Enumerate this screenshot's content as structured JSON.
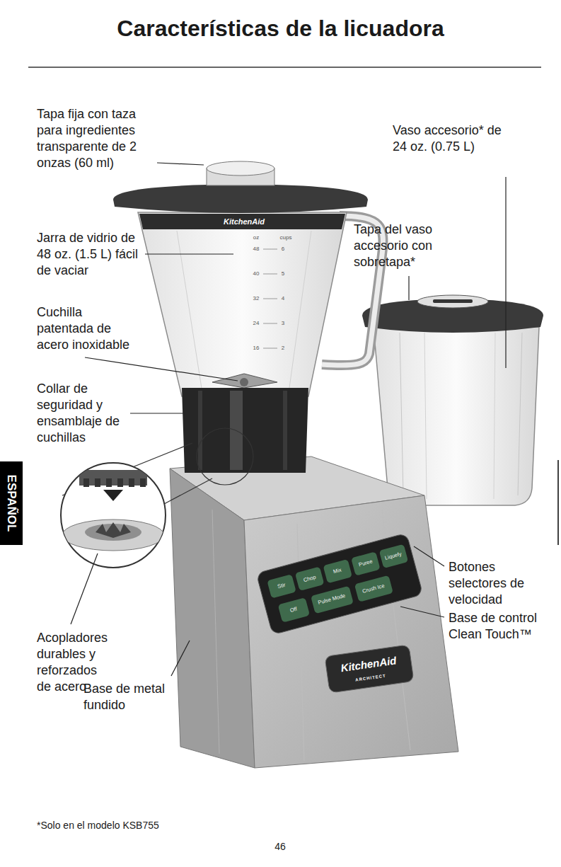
{
  "diagram": {
    "title": "Características de la licuadora",
    "caption": "*Solo en el modelo KSB755",
    "nodes": [
      {
        "text": [
          "ESPAÑOL"
        ]
      }
    ],
    "labels": [
      "Tapa fija con taza para ingredientes transparente de 2 onzas (60 ml)",
      "Vaso accesorio* de 24 oz. (0.75 L)",
      "Jarra de vidrio de 48 oz. (1.5 L) fácil de vaciar",
      "Tapa del vaso accesorio con sobretapa*",
      "Cuchilla patentada de acero inoxidable",
      "Collar de seguridad y ensamblaje de cuchillas",
      "Botones selectores de velocidad",
      "Base de control Clean Touch™",
      "Acopladores durables y reforzados de acero",
      "Base de metal fundido",
      "KitchenAid",
      "oz",
      "cups",
      "48",
      "6",
      "40",
      "5",
      "32",
      "4",
      "24",
      "3",
      "16",
      "2",
      "Stir",
      "Chop",
      "Mix",
      "Puree",
      "Liquefy",
      "Off",
      "Pulse Mode",
      "Crush Ice",
      "KitchenAid",
      "ARCHITECT",
      "46"
    ]
  }
}
